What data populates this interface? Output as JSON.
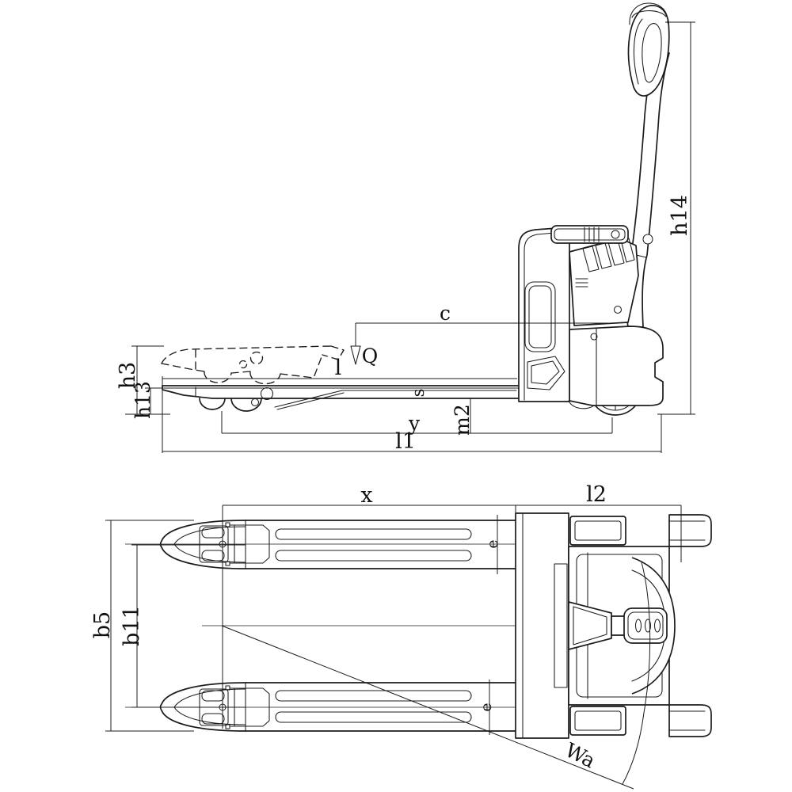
{
  "colors": {
    "line": "#1c1c1c",
    "label": "#111111",
    "background": "#ffffff"
  },
  "views": {
    "side_view": {
      "dimension_labels": [
        "h14",
        "h3",
        "h13",
        "l",
        "c",
        "Q",
        "s",
        "m2",
        "y",
        "l1"
      ]
    },
    "top_view": {
      "dimension_labels": [
        "x",
        "l2",
        "b5",
        "b11",
        "e",
        "e",
        "Wa"
      ]
    }
  },
  "labels": {
    "h14": "h14",
    "h3": "h3",
    "h13": "h13",
    "l": "l",
    "c": "c",
    "Q": "Q",
    "s": "s",
    "m2": "m2",
    "y": "y",
    "l1": "l1",
    "x": "x",
    "l2": "l2",
    "b5": "b5",
    "b11": "b11",
    "e_top": "e",
    "e_bottom": "e",
    "Wa": "Wa"
  }
}
